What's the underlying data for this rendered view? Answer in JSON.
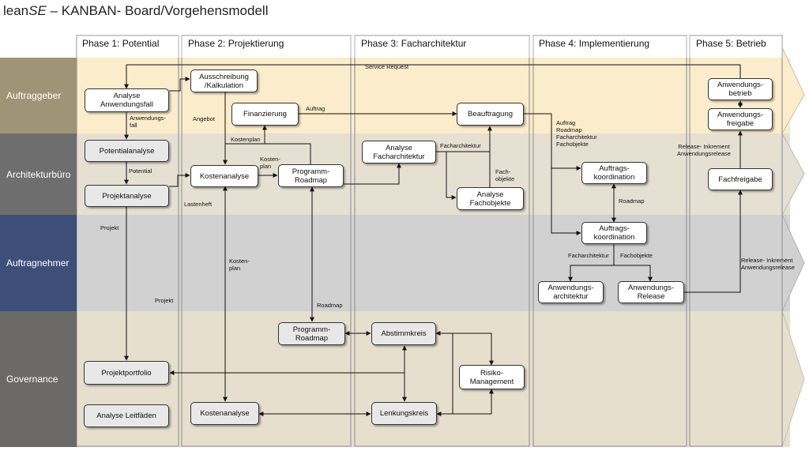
{
  "title": {
    "prefix": "lean",
    "italic": "SE",
    "suffix": " – KANBAN- Board/Vorgehensmodell"
  },
  "phases": [
    {
      "label": "Phase 1: Potential"
    },
    {
      "label": "Phase 2: Projektierung"
    },
    {
      "label": "Phase 3: Facharchitektur"
    },
    {
      "label": "Phase 4: Implementierung"
    },
    {
      "label": "Phase 5: Betrieb"
    }
  ],
  "lanes": [
    {
      "label": "Auftraggeber",
      "color": "#a09476"
    },
    {
      "label": "Architekturbüro",
      "color": "#6e6e6e"
    },
    {
      "label": "Auftragnehmer",
      "color": "#3d4e78"
    },
    {
      "label": "Governance",
      "color": "#6c6a66"
    }
  ],
  "nodes": {
    "analyse_anwendungsfall": "Analyse\nAnwendungsfall",
    "potentialanalyse": "Potentialanalyse",
    "projektanalyse": "Projektanalyse",
    "projektportfolio": "Projektportfolio",
    "analyse_leitfaeden": "Analyse Leitfäden",
    "ausschreibung": "Ausschreibung\n/Kalkulation",
    "finanzierung": "Finanzierung",
    "kostenanalyse_p2": "Kostenanalyse",
    "programm_roadmap_p2": "Programm-\nRoadmap",
    "programm_roadmap_gov": "Programm-\nRoadmap",
    "kostenanalyse_gov": "Kostenanalyse",
    "beauftragung": "Beauftragung",
    "analyse_facharchitektur": "Analyse\nFacharchitektur",
    "analyse_fachobjekte": "Analyse\nFachobjekte",
    "abstimmkreis": "Abstimmkreis",
    "risiko_management": "Risiko-\nManagement",
    "lenkungskreis": "Lenkungskreis",
    "auftragskoordination_ab": "Auftrags-\nkoordination",
    "auftragskoordination_an": "Auftrags-\nkoordination",
    "anwendungsarchitektur": "Anwendungs-\narchitektur",
    "anwendungs_release": "Anwendungs-\nRelease",
    "anwendungsbetrieb": "Anwendungs-\nbetrieb",
    "anwendungsfreigabe": "Anwendungs-\nfreigabe",
    "fachfreigabe": "Fachfreigabe"
  },
  "edge_labels": {
    "service_request": "Service Request",
    "anwendungsfall": "Anwendungs-\nfall",
    "potential": "Potential",
    "angebot": "Angebot",
    "auftrag": "Auftrag",
    "kostenplan_1": "Kostenplan",
    "kostenplan_2": "Kosten-\nplan",
    "kostenplan_3": "Kosten-\nplan",
    "lastenheft": "Lastenheft",
    "projekt_1": "Projekt",
    "projekt_2": "Projekt",
    "roadmap_1": "Roadmap",
    "facharchitektur_1": "Facharchitektur",
    "fachobjekte_1": "Fach-\nobjekte",
    "auftrag_block": "Auftrag\nRoadmap\nFacharchitektur\nFachobjekte",
    "roadmap_2": "Roadmap",
    "facharchitektur_2": "Facharchitektur",
    "fachobjekte_2": "Fachobjekte",
    "release_1": "Release- Inkrement\nAnwendungsrelease",
    "release_2": "Release- Inkrement\nAnwendungsrelease"
  }
}
